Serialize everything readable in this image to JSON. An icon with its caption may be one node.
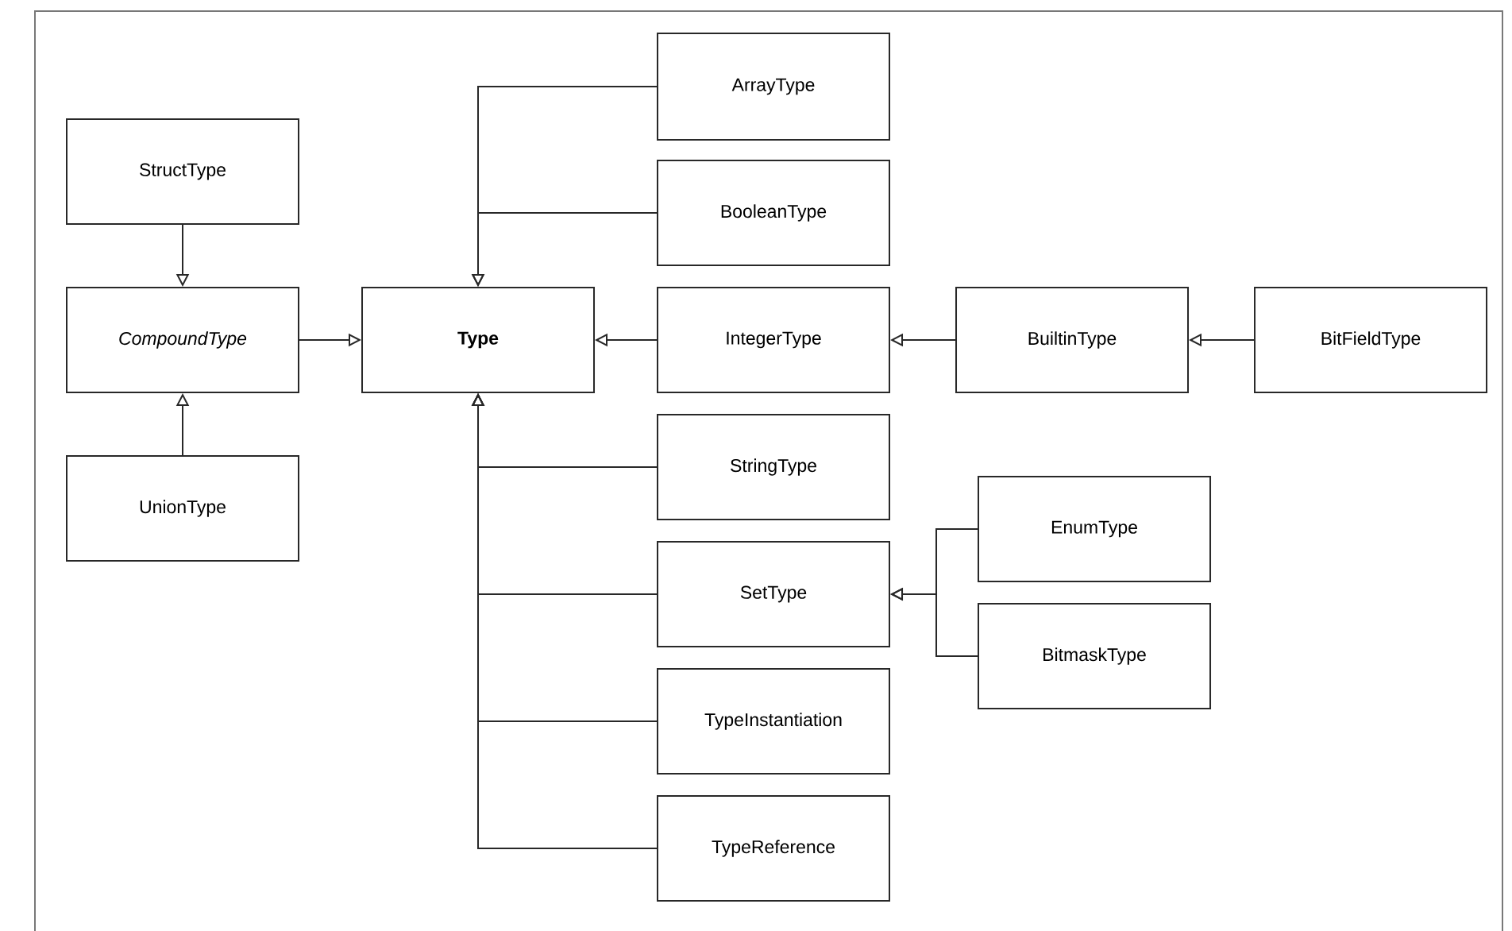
{
  "diagram": {
    "nodes": [
      {
        "text": [
          "StructType"
        ]
      },
      {
        "text": [
          "CompoundType"
        ]
      },
      {
        "text": [
          "UnionType"
        ]
      },
      {
        "text": [
          "Type"
        ]
      },
      {
        "text": [
          "ArrayType"
        ]
      },
      {
        "text": [
          "BooleanType"
        ]
      },
      {
        "text": [
          "IntegerType"
        ]
      },
      {
        "text": [
          "StringType"
        ]
      },
      {
        "text": [
          "SetType"
        ]
      },
      {
        "text": [
          "TypeInstantiation"
        ]
      },
      {
        "text": [
          "TypeReference"
        ]
      },
      {
        "text": [
          "BuiltinType"
        ]
      },
      {
        "text": [
          "BitFieldType"
        ]
      },
      {
        "text": [
          "EnumType"
        ]
      },
      {
        "text": [
          "BitmaskType"
        ]
      }
    ],
    "edges": [
      {
        "from": 0,
        "to": 1,
        "arrow": "to"
      },
      {
        "from": 2,
        "to": 1,
        "arrow": "to"
      },
      {
        "from": 1,
        "to": 3,
        "arrow": "to"
      },
      {
        "from": 4,
        "to": 3,
        "arrow": "to"
      },
      {
        "from": 5,
        "to": 3,
        "arrow": "to"
      },
      {
        "from": 6,
        "to": 3,
        "arrow": "to"
      },
      {
        "from": 7,
        "to": 3,
        "arrow": "to"
      },
      {
        "from": 8,
        "to": 3,
        "arrow": "to"
      },
      {
        "from": 9,
        "to": 3,
        "arrow": "to"
      },
      {
        "from": 10,
        "to": 3,
        "arrow": "to"
      },
      {
        "from": 11,
        "to": 6,
        "arrow": "to"
      },
      {
        "from": 12,
        "to": 11,
        "arrow": "to"
      },
      {
        "from": 13,
        "to": 8,
        "arrow": "to"
      },
      {
        "from": 14,
        "to": 8,
        "arrow": "to"
      }
    ]
  }
}
